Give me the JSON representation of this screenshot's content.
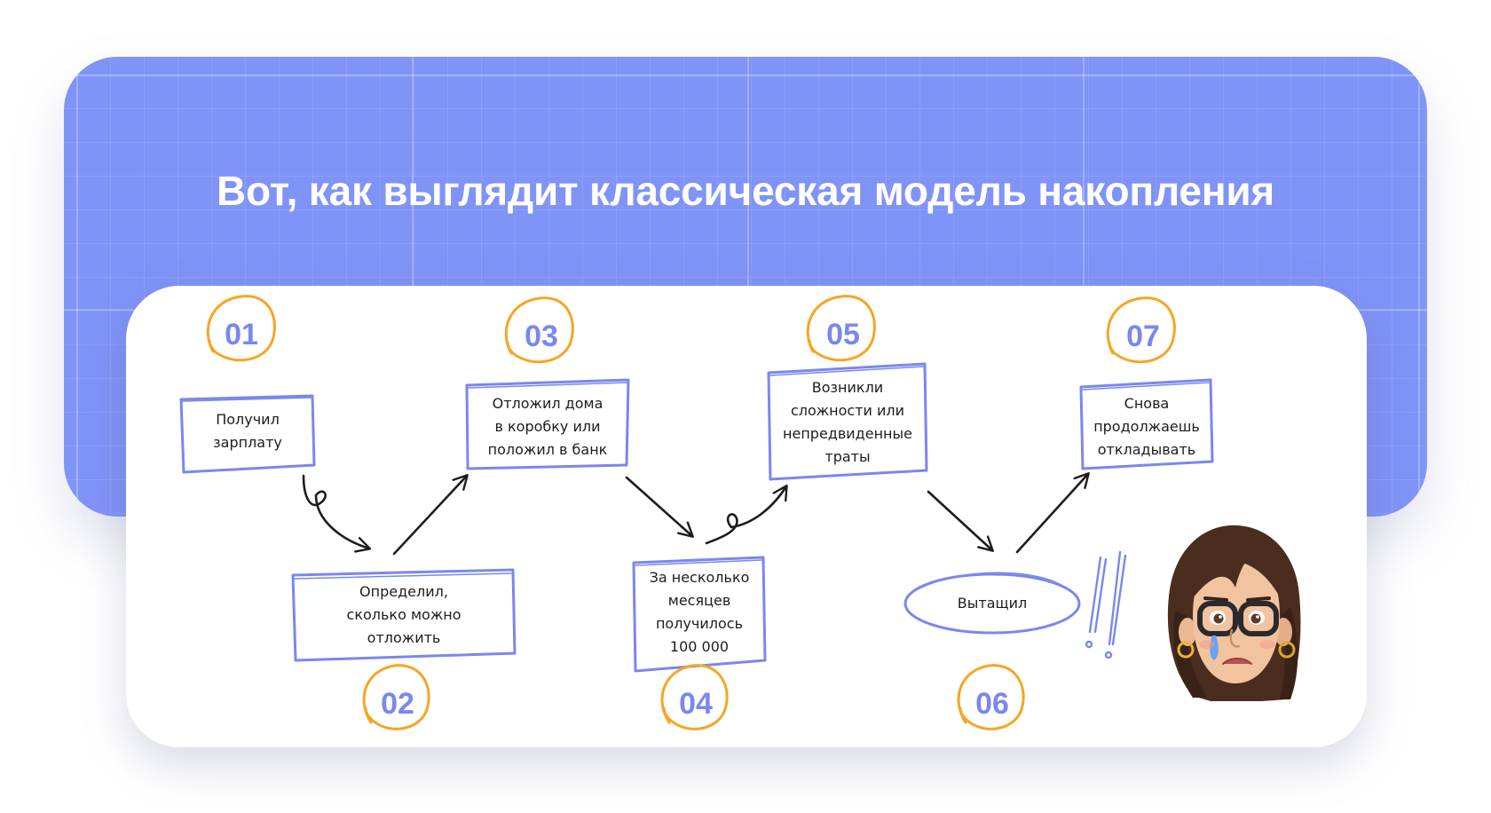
{
  "header": {
    "title": "Вот, как выглядит классическая модель накопления"
  },
  "steps": [
    {
      "number": "01",
      "text": "Получил\nзарплату"
    },
    {
      "number": "02",
      "text": "Определил,\nсколько можно\nотложить"
    },
    {
      "number": "03",
      "text": "Отложил дома\nв коробку или\nположил в банк"
    },
    {
      "number": "04",
      "text": "За несколько\nмесяцев\nполучилось\n100 000"
    },
    {
      "number": "05",
      "text": "Возникли\nсложности или\nнепредвиденные\nтраты"
    },
    {
      "number": "06",
      "text": "Вытащил"
    },
    {
      "number": "07",
      "text": "Снова\nпродолжаешь\nоткладывать"
    }
  ],
  "colors": {
    "banner": "#8093f7",
    "box_outline": "#7a87ef",
    "number_circle": "#f5a623",
    "number_text": "#7a87ef",
    "arrow": "#1d1d1f"
  },
  "icons": {
    "exclamation": "double-exclamation-icon",
    "avatar": "crying-girl-avatar"
  }
}
